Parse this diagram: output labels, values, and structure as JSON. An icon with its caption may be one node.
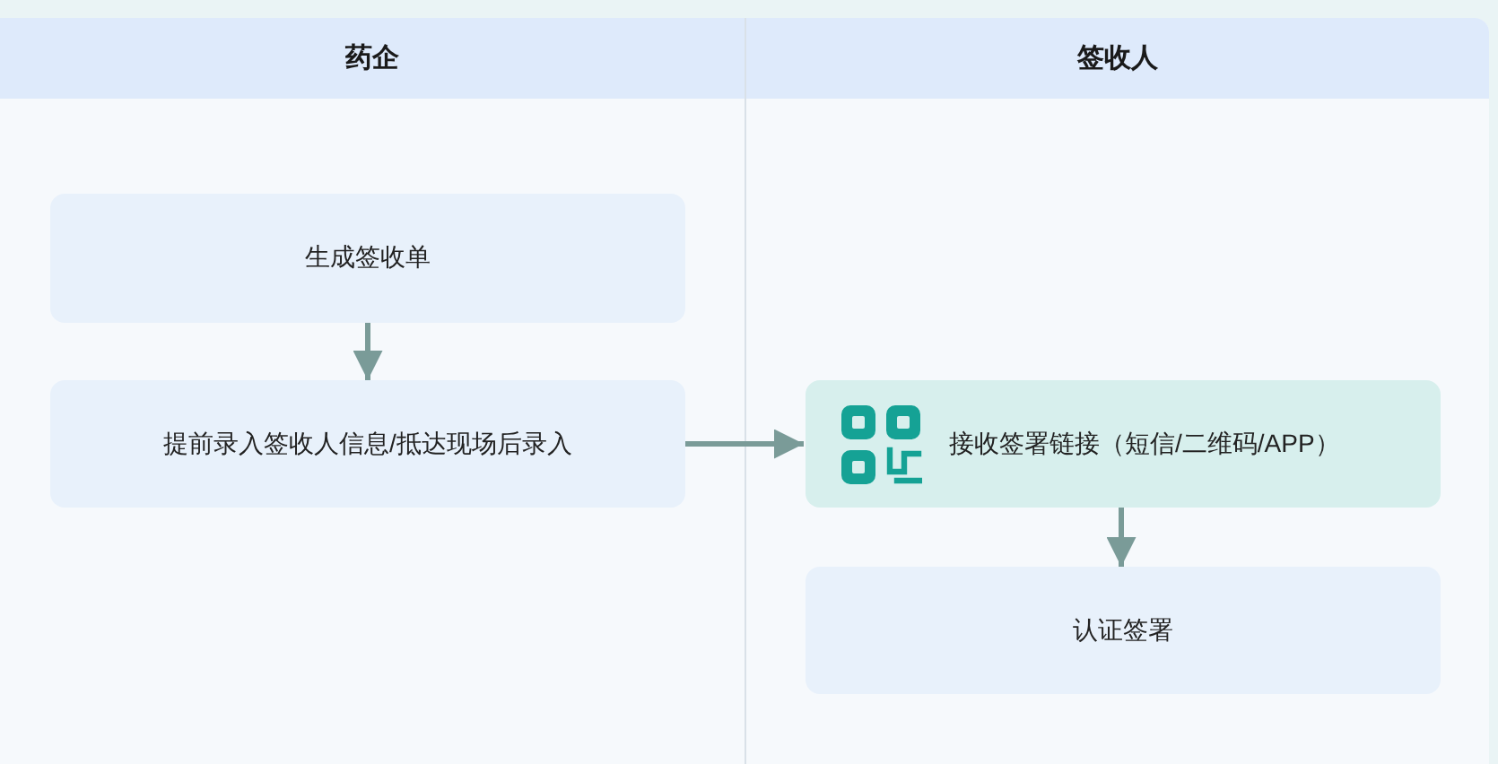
{
  "diagram": {
    "nodes": [
      {
        "text": [
          "药企"
        ]
      },
      {
        "text": [
          "签收人"
        ]
      },
      {
        "text": [
          "生成签收单"
        ],
        "in": 0
      },
      {
        "text": [
          "提前录入签收人信息/抵达现场后录入"
        ],
        "in": 0
      },
      {
        "text": [
          "接收签署链接（短信/二维码/APP）"
        ],
        "in": 1
      },
      {
        "text": [
          "认证签署"
        ],
        "in": 1
      }
    ],
    "edges": [
      {
        "from": 2,
        "to": 3,
        "arrow": "to"
      },
      {
        "from": 3,
        "to": 4,
        "arrow": "to"
      },
      {
        "from": 4,
        "to": 5,
        "arrow": "to"
      }
    ]
  }
}
